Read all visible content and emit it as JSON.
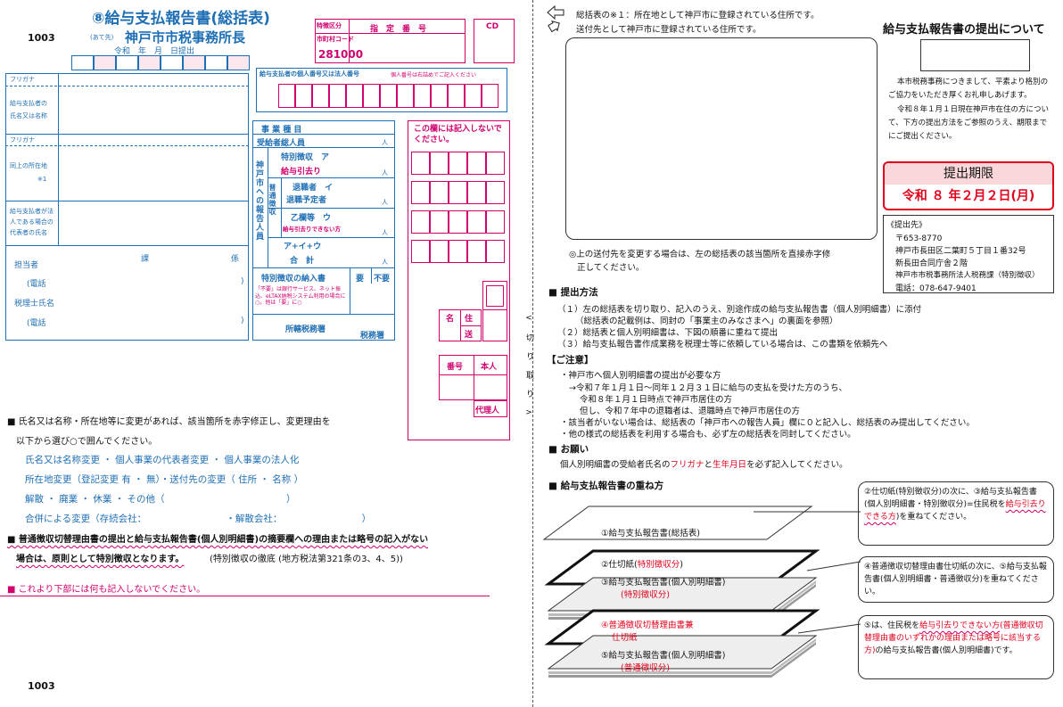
{
  "form": {
    "title": "⑧給与支払報告書(総括表)",
    "form_code": "1003",
    "addressee_prefix": "(あて先)",
    "addressee": "神戸市市税事務所長",
    "date_line": "令和　年　月　日提出",
    "special_collection_label": "特徴区分",
    "designated_number_label": "指　定　番　号",
    "cd_label": "CD",
    "city_code_label": "市町村コード",
    "city_code": "281000",
    "payer_number_label": "給与支払者の個人番号又は法人番号",
    "payer_number_note": "個人番号は右詰めでご記入ください",
    "furigana_1": "フリガナ",
    "payer_name_label_1": "給与支払者の",
    "payer_name_label_2": "氏名又は名称",
    "furigana_2": "フリガナ",
    "address_label_1": "同上の所在地",
    "address_label_2": "※1",
    "rep_label_1": "給与支払者が法",
    "rep_label_2": "人である場合の",
    "rep_label_3": "代表者の氏名",
    "contact_label": "担当者",
    "section_label": "課",
    "unit_label": "係",
    "phone_label": "(電話",
    "phone_close": ")",
    "accountant_label": "税理士氏名",
    "phone_label_2": "(電話",
    "phone_close_2": ")",
    "business_type_label": "事 業 種 目",
    "total_recipients_label": "受給者総人員",
    "person_unit": "人",
    "kobe_report_vertical": "神戸市への報告人員",
    "special_label": "特別徴収　ア",
    "special_sub": "給与引去り",
    "ordinary_vertical": "普通徴収",
    "retiree_label": "退職者　イ",
    "retiree_sub": "退職予定者",
    "otsu_label": "乙欄等　ウ",
    "otsu_sub": "給与引去りできない方",
    "total_label": "ア+イ+ウ",
    "total_sub": "合　計",
    "payment_doc_label": "特別徴収の納入書",
    "need_label": "要",
    "no_need_label": "不要",
    "payment_note": "「不要」は銀行サービス、ネット振込、eLTAX納税システム利用の場合に○。他は「要」に○",
    "tax_office_label": "所轄税務署",
    "tax_office_suffix": "税務署",
    "no_entry_label": "この欄には記入しないでください。",
    "name_label": "名",
    "address_short": "住",
    "send_label": "送",
    "number_label": "番号",
    "self_label": "本人",
    "agent_label": "代理人",
    "cut_label": "< 切 り 取 り >",
    "bottom_code": "1003"
  },
  "left_notes": {
    "change_heading": "■ 氏名又は名称・所在地等に変更があれば、該当箇所を赤字修正し、変更理由を",
    "change_heading_2": "以下から選び○で囲んでください。",
    "option_1": "氏名又は名称変更 ・ 個人事業の代表者変更 ・ 個人事業の法人化",
    "option_2": "所在地変更（登記変更 有 ・ 無）・送付先の変更（ 住所 ・ 名称 ）",
    "option_3": "解散 ・ 廃業 ・ 休業 ・ その他（　　　　　　　　　　　　　）",
    "option_4": "合併による変更（存続会社：　　　　　　　　　・解散会社：　　　　　　　　　）",
    "ordinary_heading": "■ 普通徴収切替理由書の提出と給与支払報告書(個人別明細書)の摘要欄への理由または略号の記入がない",
    "ordinary_heading_2": "場合は、原則として特別徴収となります。",
    "ordinary_heading_3": "(特別徴収の徹底 (地方税法第321条の3、4、5))",
    "no_write_note": "■ これより下部には何も記入しないでください。"
  },
  "right": {
    "note_1": "総括表の※１：所在地として神戸市に登録されている住所です。",
    "note_2": "送付先として神戸市に登録されている住所です。",
    "change_note_1": "◎上の送付先を変更する場合は、左の総括表の該当箇所を直接赤字修",
    "change_note_2": "正してください。",
    "about_title": "給与支払報告書の提出について",
    "about_p1": "本市税務事務につきまして、平素より格別のご協力をいただき厚くお礼申しあげます。",
    "about_p2": "令和８年１月１日現在神戸市在住の方について、下方の提出方法をご参照のうえ、期限までにご提出ください。",
    "deadline_label": "提出期限",
    "deadline": "令和 ８ 年２月２日(月)",
    "dest_label": "《提出先》",
    "dest_zip": "〒653-8770",
    "dest_address": "神戸市長田区二葉町５丁目１番32号",
    "dest_building": "新長田合同庁舎２階",
    "dest_office": "神戸市市税事務所法人税務課（特別徴収）",
    "dest_phone": "電話：078-647-9401",
    "method_heading": "■ 提出方法",
    "method_1": "（１）左の総括表を切り取り、記入のうえ、別途作成の給与支払報告書（個人別明細書）に添付",
    "method_1b": "（総括表の記載例は、同封の「事業主のみなさまへ」の裏面を参照）",
    "method_2": "（２）総括表と個人別明細書は、下図の順番に重ねて提出",
    "method_3": "（３）給与支払報告書作成業務を税理士等に依頼している場合は、この書類を依頼先へ",
    "caution_heading": "【ご注意】",
    "caution_1": "・神戸市へ個人別明細書の提出が必要な方",
    "caution_1a": "→令和７年１月１日～同年１２月３１日に給与の支払を受けた方のうち、",
    "caution_1b": "令和８年１月１日時点で神戸市居住の方",
    "caution_1c": "但し、令和７年中の退職者は、退職時点で神戸市居住の方",
    "caution_2": "・該当者がいない場合は、総括表の「神戸市への報告人員」欄に０と記入し、総括表のみ提出してください。",
    "caution_3": "・他の様式の総括表を利用する場合も、必ず左の総括表を同封してください。",
    "request_heading": "■ お願い",
    "request_pre": "個人別明細書の受給者氏名の",
    "request_kana": "フリガナ",
    "request_mid": "と",
    "request_birth": "生年月日",
    "request_post": "を必ず記入してください。",
    "stack_heading": "■ 給与支払報告書の重ね方",
    "sheet_1": "①給与支払報告書(総括表)",
    "sheet_2a": "②仕切紙(",
    "sheet_2b": "特別徴収分",
    "sheet_2c": ")",
    "sheet_3a": "③給与支払報告書(個人別明細書)",
    "sheet_3b": "(特別徴収分)",
    "sheet_4a": "④普通徴収切替理由書兼",
    "sheet_4b": "仕切紙",
    "sheet_5a": "⑤給与支払報告書(個人別明細書)",
    "sheet_5b": "(普通徴収分)",
    "callout_1a": "②仕切紙(特別徴収分)の次に、③給与支払報告書(個人別明細書・特別徴収分)=住民税を",
    "callout_1b": "給与引去りできる方",
    "callout_1c": ")を重ねてください。",
    "callout_2": "④普通徴収切替理由書仕切紙の次に、⑤給与支払報告書(個人別明細書・普通徴収分)を重ねてください。",
    "callout_3a": "⑤は、住民税を",
    "callout_3b": "給与引去りできない方",
    "callout_3c": "(普通徴収切替理由書のいずれかの理由または略号に該当する方)",
    "callout_3d": "の給与支払報告書(個人別明細書)です。"
  },
  "colors": {
    "blue": "#1f6fb5",
    "pink": "#d0006f",
    "red": "#e0001b"
  }
}
